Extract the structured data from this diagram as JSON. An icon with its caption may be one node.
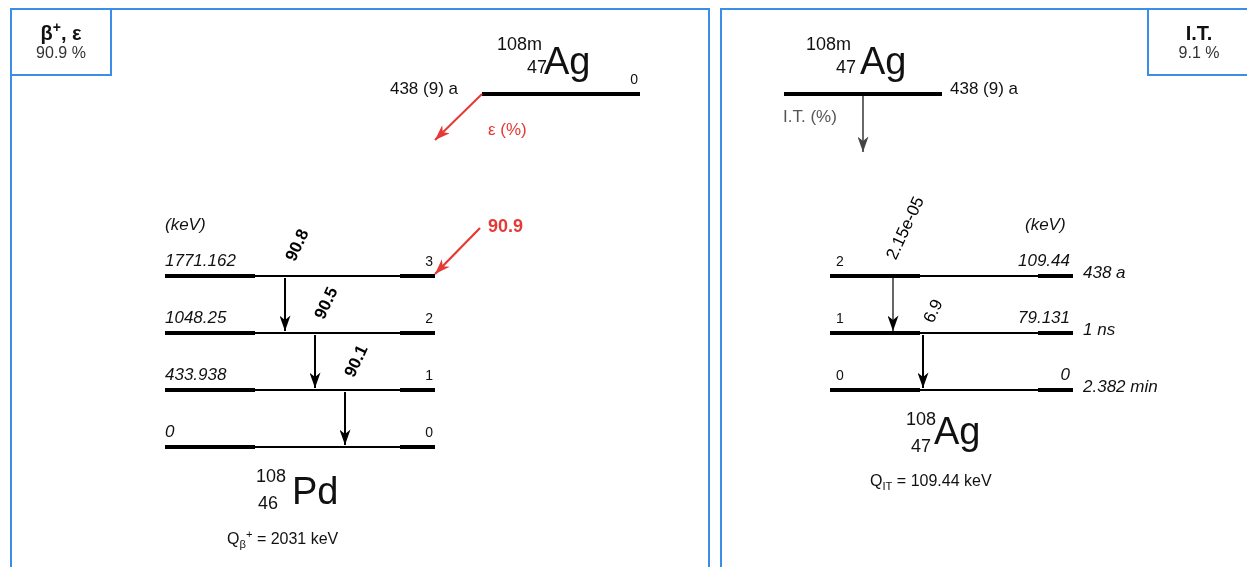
{
  "diagram": {
    "nodes": [
      {
        "text": [],
        "shape": "box"
      },
      {
        "text": [
          "β$^{+}$, ε",
          "90.9 %"
        ],
        "in": 0
      },
      {
        "text": [
          "0"
        ],
        "beside": [
          "438 (9) a"
        ],
        "in": 0
      },
      {
        "text": [
          "1771.162",
          "3"
        ],
        "in": 0
      },
      {
        "text": [
          "1048.25",
          "2"
        ],
        "in": 0
      },
      {
        "text": [
          "433.938",
          "1"
        ],
        "in": 0
      },
      {
        "text": [
          "0",
          "0"
        ],
        "in": 0
      },
      {
        "text": [],
        "shape": "box"
      },
      {
        "text": [
          "I.T.",
          "9.1 %"
        ],
        "in": 7
      },
      {
        "text": [],
        "shape": "bar",
        "beside": [
          "438 (9) a"
        ],
        "in": 7
      },
      {
        "text": [
          "2",
          "109.44"
        ],
        "beside": [
          "438 a"
        ],
        "in": 7
      },
      {
        "text": [
          "1",
          "79.131"
        ],
        "beside": [
          "1 ns"
        ],
        "in": 7
      },
      {
        "text": [
          "0",
          "0"
        ],
        "beside": [
          "2.382 min"
        ],
        "in": 7
      }
    ],
    "edges": [
      {
        "from": 2,
        "to": null,
        "arrow": "to",
        "label": "ε (%)",
        "color": "#e53935"
      },
      {
        "from": null,
        "to": 3,
        "arrow": "to",
        "label": "90.9",
        "color": "#e53935"
      },
      {
        "from": 3,
        "to": 4,
        "arrow": "to",
        "label": "90.8"
      },
      {
        "from": 4,
        "to": 5,
        "arrow": "to",
        "label": "90.5"
      },
      {
        "from": 5,
        "to": 6,
        "arrow": "to",
        "label": "90.1"
      },
      {
        "from": 9,
        "to": null,
        "arrow": "to",
        "label": "I.T. (%)",
        "color": "#444444"
      },
      {
        "from": 10,
        "to": 11,
        "arrow": "to",
        "label": "2.15e-05"
      },
      {
        "from": 11,
        "to": 12,
        "arrow": "to",
        "label": "6.9"
      }
    ],
    "labels": [
      "108m",
      "47",
      "Ag",
      "(keV)",
      "108",
      "46",
      "Pd",
      "Q$_{β}$$^{+}$ = 2031 keV",
      "108m",
      "47",
      "Ag",
      "(keV)",
      "108",
      "47",
      "Ag",
      "Q$_{IT}$ = 109.44 keV"
    ]
  }
}
